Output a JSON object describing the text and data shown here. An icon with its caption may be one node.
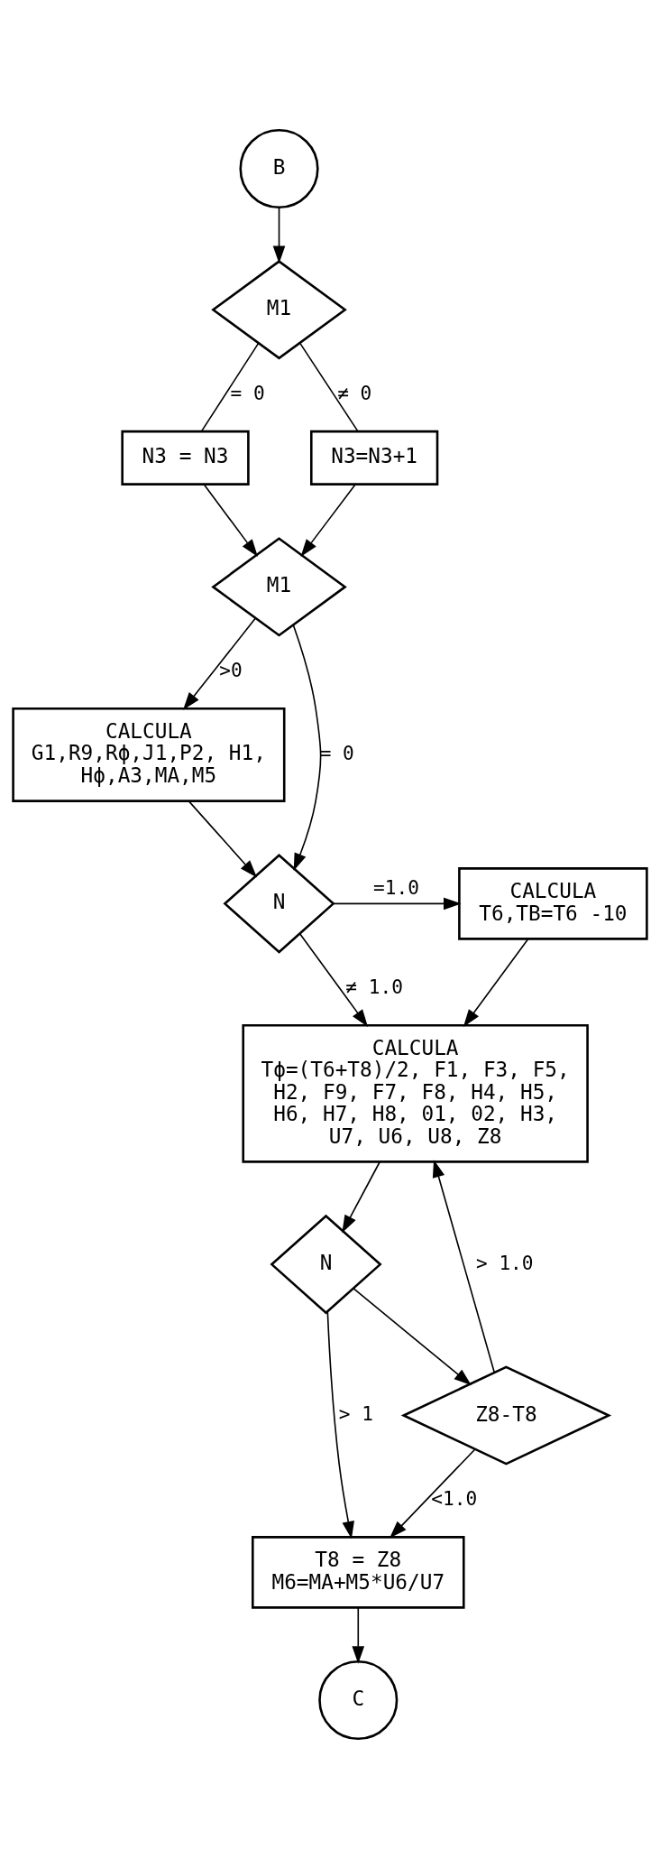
{
  "diagram": {
    "nodes": [
      {
        "text": [
          "B"
        ]
      },
      {
        "text": [
          "M1"
        ]
      },
      {
        "text": [
          "N3 = N3"
        ]
      },
      {
        "text": [
          "N3=N3+1"
        ]
      },
      {
        "text": [
          "M1"
        ]
      },
      {
        "text": [
          "CALCULA",
          "G1,R9,Rϕ,J1,P2, H1, Hϕ,A3,MA,M5"
        ]
      },
      {
        "text": [
          "N"
        ]
      },
      {
        "text": [
          "CALCULA",
          "T6,TB=T6 -10"
        ]
      },
      {
        "text": [
          "CALCULA",
          "Tϕ=(T6+T8)/2, F1, F3, F5, H2, F9, F7, F8, H4, H5, H6, H7, H8, 01, 02, H3, U7, U6, U8, Z8"
        ]
      },
      {
        "text": [
          "N"
        ]
      },
      {
        "text": [
          "Z8-T8"
        ]
      },
      {
        "text": [
          "T8 = Z8",
          "M6=MA+M5*U6/U7"
        ]
      },
      {
        "text": [
          "C"
        ]
      }
    ],
    "edges": [
      {
        "from": 0,
        "to": 1,
        "arrow": "to"
      },
      {
        "from": 1,
        "to": 2,
        "arrow": "none",
        "label": "= 0"
      },
      {
        "from": 1,
        "to": 3,
        "arrow": "none",
        "label": "≠ 0"
      },
      {
        "from": 2,
        "to": 4,
        "arrow": "to"
      },
      {
        "from": 3,
        "to": 4,
        "arrow": "to"
      },
      {
        "from": 4,
        "to": 5,
        "arrow": "to",
        "label": ">0"
      },
      {
        "from": 4,
        "to": 6,
        "arrow": "to",
        "label": "= 0"
      },
      {
        "from": 5,
        "to": 6,
        "arrow": "to"
      },
      {
        "from": 6,
        "to": 7,
        "arrow": "to",
        "label": "=1.0"
      },
      {
        "from": 7,
        "to": 8,
        "arrow": "to"
      },
      {
        "from": 6,
        "to": 8,
        "arrow": "to",
        "label": "≠ 1.0"
      },
      {
        "from": 8,
        "to": 9,
        "arrow": "to"
      },
      {
        "from": 9,
        "to": 10,
        "arrow": "to"
      },
      {
        "from": 9,
        "to": 11,
        "arrow": "to",
        "label": "> 1"
      },
      {
        "from": 10,
        "to": 8,
        "arrow": "to",
        "label": "> 1.0"
      },
      {
        "from": 10,
        "to": 11,
        "arrow": "to",
        "label": "<1.0"
      },
      {
        "from": 11,
        "to": 12,
        "arrow": "to"
      }
    ]
  }
}
